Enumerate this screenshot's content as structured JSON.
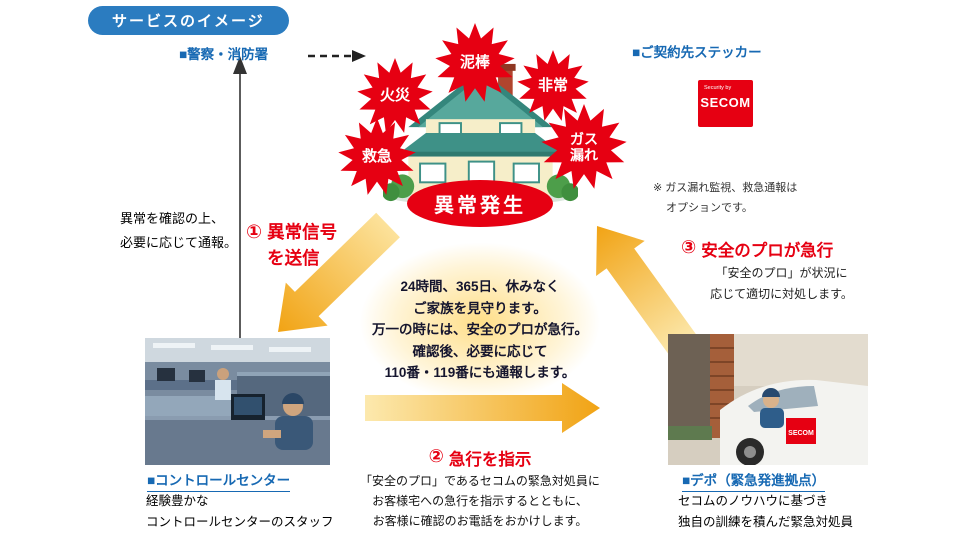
{
  "title_badge": "サービスのイメージ",
  "police_label": "■警察・消防署",
  "sticker": {
    "label": "■ご契約先ステッカー",
    "logo_small": "Security by",
    "logo_main": "SECOM",
    "note_line1": "※ ガス漏れ監視、救急通報は",
    "note_line2": "オプションです。"
  },
  "house_alerts": {
    "fire": "火災",
    "burglar": "泥棒",
    "emergency": "非常",
    "gas_leak": "ガス漏れ",
    "rescue": "救急",
    "incident": "異常発生"
  },
  "report_note": "異常を確認の上、\n必要に応じて通報。",
  "step1": {
    "number": "①",
    "title": "異常信号\nを送信"
  },
  "step2": {
    "number": "②",
    "title": "急行を指示",
    "description": "「安全のプロ」であるセコムの緊急対処員に\nお客様宅への急行を指示するとともに、\nお客様に確認のお電話をおかけします。"
  },
  "step3": {
    "number": "③",
    "title": "安全のプロが急行",
    "description": "「安全のプロ」が状況に\n応じて適切に対処します。"
  },
  "center_message": "24時間、365日、休みなく\nご家族を見守ります。\n万一の時には、安全のプロが急行。\n確認後、必要に応じて\n110番・119番にも通報します。",
  "control_center": {
    "label": "■コントロールセンター",
    "caption": "経験豊かな\nコントロールセンターのスタッフ"
  },
  "depot": {
    "label": "■デポ（緊急発進拠点）",
    "caption": "セコムのノウハウに基づき\n独自の訓練を積んだ緊急対処員"
  },
  "car_logo": "SECOM",
  "colors": {
    "badge_blue": "#2b7cc0",
    "label_blue": "#1769b3",
    "secom_red": "#e60012",
    "arrow_light": "#fce9ae",
    "arrow_gold": "#f1a314"
  }
}
